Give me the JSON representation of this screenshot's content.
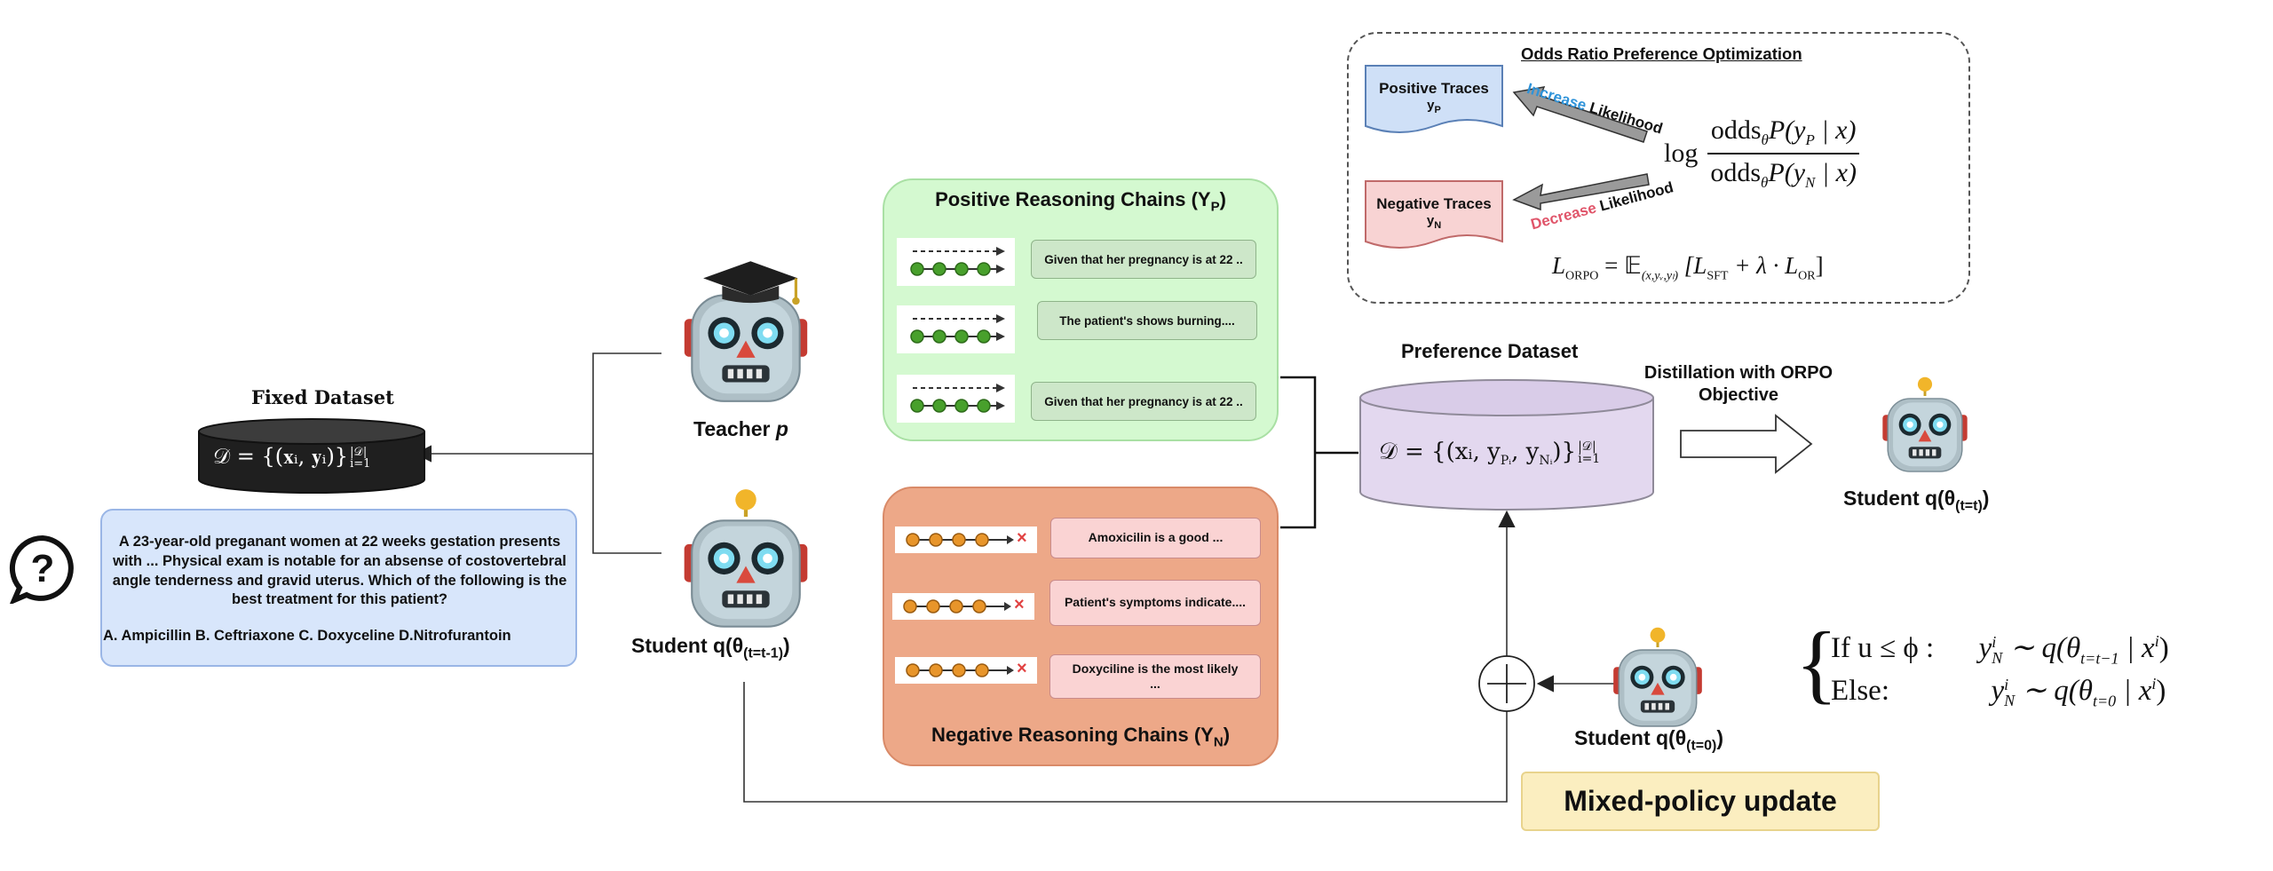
{
  "fixed_dataset": {
    "title": "Fixed Dataset",
    "formula": "𝒟 = {(𝐱ᵢ, 𝐲ᵢ)}",
    "formula_sup": "|𝒟|",
    "formula_sub": "i=1"
  },
  "question": {
    "icon": "question-bubble-icon",
    "text": "A 23-year-old preganant women at 22 weeks gestation presents with ... Physical exam is notable for an absense of costovertebral angle tenderness and gravid uterus. Which of the following is the best treatment for this patient?",
    "options": "A. Ampicillin B. Ceftriaxone C. Doxyceline D.Nitrofurantoin"
  },
  "teacher": {
    "label": "Teacher ",
    "symbol": "p",
    "icon": "teacher-robot-icon"
  },
  "student_prev": {
    "label": "Student q(θ",
    "sub": "(t=t-1)",
    "close": ")",
    "icon": "student-robot-icon"
  },
  "student_zero": {
    "label": "Student q(θ",
    "sub": "(t=0)",
    "close": ")",
    "icon": "student-robot-icon"
  },
  "student_new": {
    "label": "Student q(θ",
    "sub": "(t=t)",
    "close": ")",
    "icon": "student-robot-icon"
  },
  "positive_panel": {
    "title": "Positive Reasoning Chains (Y",
    "title_sub": "P",
    "title_close": ")",
    "items": [
      "Given that her pregnancy is at 22 ..",
      "The patient's shows burning....",
      "Given that her pregnancy is at 22 .."
    ]
  },
  "negative_panel": {
    "title": "Negative Reasoning Chains (Y",
    "title_sub": "N",
    "title_close": ")",
    "items": [
      "Amoxicilin is a good ...",
      "Patient's symptoms indicate....",
      "Doxyciline is the most likely ..."
    ],
    "cross_mark": "×"
  },
  "preference_dataset": {
    "title": "Preference Dataset",
    "formula": "𝒟 = {(xᵢ, y",
    "formula_pi": "Pᵢ",
    "formula_mid": ", y",
    "formula_ni": "Nᵢ",
    "formula_close": ")}",
    "formula_sup": "|𝒟|",
    "formula_sub": "i=1"
  },
  "distillation": {
    "line1": "Distillation with ORPO",
    "line2": "Objective"
  },
  "orpo": {
    "title": "Odds Ratio Preference Optimization",
    "positive_traces": {
      "label": "Positive Traces",
      "sub": "y",
      "sub_sub": "P"
    },
    "negative_traces": {
      "label": "Negative Traces",
      "sub": "y",
      "sub_sub": "N"
    },
    "increase_word": "Increase",
    "decrease_word": "Decrease",
    "likelihood_word": "Likelihood",
    "log_word": "log",
    "numerator": "odds",
    "numerator_sub": "θ",
    "numerator_rest": "P(y",
    "numerator_rest_sub": "P",
    "numerator_end": " | x)",
    "denominator": "odds",
    "denominator_sub": "θ",
    "denominator_rest": "P(y",
    "denominator_rest_sub": "N",
    "denominator_end": " | x)",
    "loss_lhs": "L",
    "loss_lhs_sub": "ORPO",
    "loss_eq": " = 𝔼",
    "loss_e_sub": "(x,yᵥ,yₗ)",
    "loss_rhs_a": " [L",
    "loss_rhs_a_sub": "SFT",
    "loss_rhs_b": " + λ · L",
    "loss_rhs_b_sub": "OR",
    "loss_rhs_end": "]",
    "colors": {
      "increase": "#2f93d9",
      "decrease": "#e0556a"
    }
  },
  "mixed_policy": {
    "label": "Mixed-policy update",
    "plus_symbol": "+",
    "case1_cond": "If u ≤ ϕ :",
    "case1_expr": "y",
    "case1_sup": "i",
    "case1_sub": "N",
    "case1_rest": " ∼ q(θ",
    "case1_theta_sub": "t=t−1",
    "case1_end": " | x",
    "case1_x_sup": "i",
    "case1_close": ")",
    "case2_cond": "Else:",
    "case2_expr": "y",
    "case2_sup": "i",
    "case2_sub": "N",
    "case2_rest": " ∼ q(θ",
    "case2_theta_sub": "t=0",
    "case2_end": " | x",
    "case2_x_sup": "i",
    "case2_close": ")"
  }
}
